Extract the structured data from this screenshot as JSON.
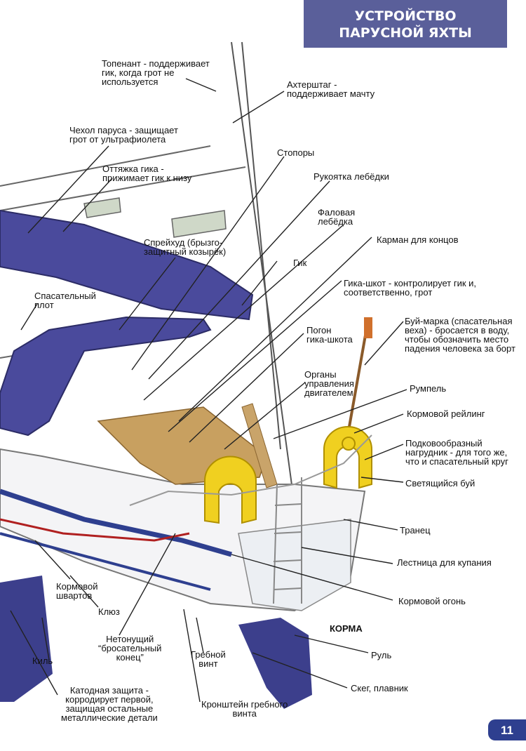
{
  "header": {
    "title_line1": "УСТРОЙСТВО",
    "title_line2": "ПАРУСНОЙ ЯХТЫ",
    "color": "#5a5f9a"
  },
  "page_number": "11",
  "colors": {
    "canvas": "#4a4a9c",
    "deck": "#c8a060",
    "buoy": "#f0d020",
    "hull_stripe": "#2e3f8f"
  },
  "labels": {
    "topping_lift": "Топенант - поддерживает\nгик, когда грот не\nиспользуется",
    "backstay": "Ахтерштаг -\nподдерживает мачту",
    "sail_cover": "Чехол паруса - защищает\nгрот от ультрафиолета",
    "stoppers": "Стопоры",
    "boom_vang": "Оттяжка гика -\nприжимает гик к низу",
    "winch_handle": "Рукоятка лебёдки",
    "halyard_winch": "Фаловая\nлебёдка",
    "spray_hood": "Спрейхуд (брызго-\nзащитный козырёк)",
    "rope_pocket": "Карман для концов",
    "boom": "Гик",
    "life_raft": "Спасательный\nплот",
    "mainsheet": "Гика-шкот - контролирует гик и,\nсоответственно, грот",
    "mainsheet_track": "Погон\nгика-шкота",
    "dan_buoy": "Буй-марка (спасательная\nвеха) - бросается в воду,\nчтобы обозначить место\nпадения человека за борт",
    "engine_controls": "Органы\nуправления\nдвигателем",
    "tiller": "Румпель",
    "pushpit": "Кормовой рейлинг",
    "horseshoe_buoy": "Подковообразный\nнагрудник - для того же,\nчто и спасательный круг",
    "light_buoy": "Светящийся буй",
    "transom": "Транец",
    "swim_ladder": "Лестница для купания",
    "stern_line": "Кормовой\nшвартов",
    "stern_light": "Кормовой огонь",
    "fairlead": "Клюз",
    "heaving_line": "Нетонущий\n“бросательный\nконец”",
    "stern_word": "КОРМА",
    "propeller": "Гребной\nвинт",
    "keel": "Киль",
    "rudder": "Руль",
    "skeg": "Скег, плавник",
    "anode": "Катодная защита -\nкорродирует первой,\nзащищая остальные\nметаллические детали",
    "prop_bracket": "Кронштейн гребного\nвинта"
  }
}
